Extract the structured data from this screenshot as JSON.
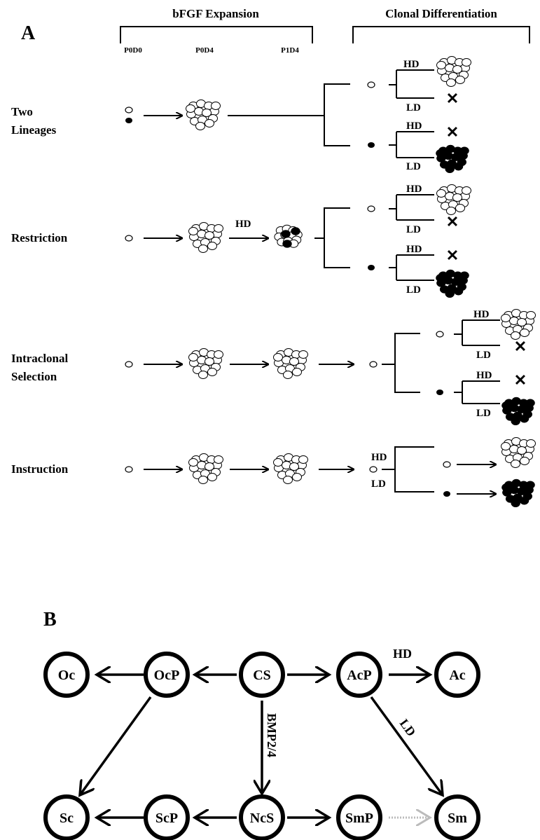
{
  "panel_a": {
    "label": "A",
    "headers": {
      "expansion": "bFGF Expansion",
      "clonal": "Clonal Differentiation"
    },
    "timepoints": [
      "P0D0",
      "P0D4",
      "P1D4"
    ],
    "rows": [
      {
        "id": "two-lineages",
        "label_lines": [
          "Two",
          "Lineages"
        ]
      },
      {
        "id": "restriction",
        "label_lines": [
          "Restriction"
        ],
        "arrow_label": "HD"
      },
      {
        "id": "intraclonal-selection",
        "label_lines": [
          "Intraclonal",
          "Selection"
        ]
      },
      {
        "id": "instruction",
        "label_lines": [
          "Instruction"
        ]
      }
    ],
    "conditions": {
      "high": "HD",
      "low": "LD"
    }
  },
  "panel_b": {
    "label": "B",
    "nodes": [
      {
        "id": "oc",
        "label": "Oc"
      },
      {
        "id": "ocp",
        "label": "OcP"
      },
      {
        "id": "cs",
        "label": "CS"
      },
      {
        "id": "acp",
        "label": "AcP"
      },
      {
        "id": "ac",
        "label": "Ac"
      },
      {
        "id": "sc",
        "label": "Sc"
      },
      {
        "id": "scp",
        "label": "ScP"
      },
      {
        "id": "ncs",
        "label": "NcS"
      },
      {
        "id": "smp",
        "label": "SmP"
      },
      {
        "id": "sm",
        "label": "Sm"
      }
    ],
    "edges": [
      {
        "from": "ocp",
        "to": "oc"
      },
      {
        "from": "cs",
        "to": "ocp"
      },
      {
        "from": "cs",
        "to": "acp"
      },
      {
        "from": "acp",
        "to": "ac",
        "label": "HD"
      },
      {
        "from": "ocp",
        "to": "sc"
      },
      {
        "from": "cs",
        "to": "ncs",
        "label": "BMP2/4"
      },
      {
        "from": "acp",
        "to": "sm",
        "label": "LD"
      },
      {
        "from": "ncs",
        "to": "scp"
      },
      {
        "from": "scp",
        "to": "sc"
      },
      {
        "from": "ncs",
        "to": "smp"
      },
      {
        "from": "smp",
        "to": "sm",
        "style": "faint"
      }
    ],
    "colors": {
      "faint_arrow": "#bbbbbb"
    }
  }
}
